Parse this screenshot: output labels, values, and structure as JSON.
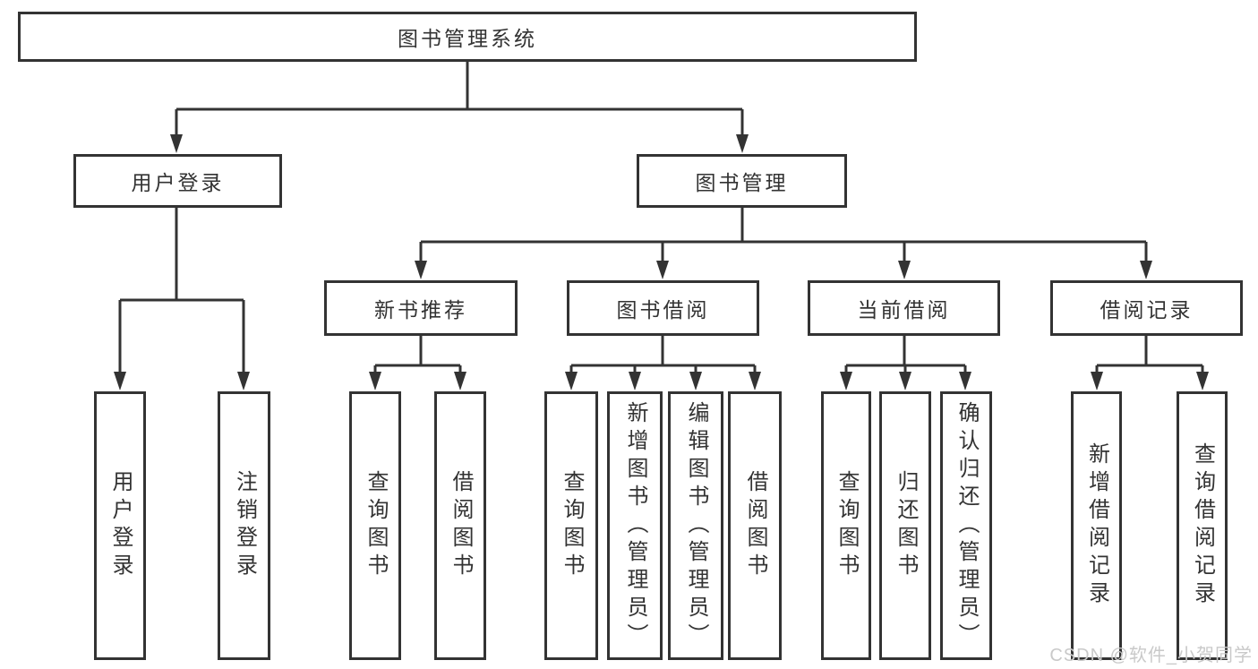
{
  "diagram": {
    "type": "hierarchy-tree",
    "title": "图书管理系统",
    "colors": {
      "background": "#ffffff",
      "box_fill": "#ffffff",
      "box_border": "#333333",
      "line": "#333333",
      "text": "#333333",
      "watermark_text": "#c9c9c9"
    },
    "nodes": {
      "root": "图书管理系统",
      "user_login": "用户登录",
      "book_mgmt": "图书管理",
      "new_book_rec": "新书推荐",
      "book_borrow": "图书借阅",
      "current_borrow": "当前借阅",
      "borrow_records": "借阅记录",
      "leaf_user_login": "用户登录",
      "leaf_logout": "注销登录",
      "leaf_query_book_1": "查询图书",
      "leaf_borrow_book_1": "借阅图书",
      "leaf_query_book_2": "查询图书",
      "leaf_add_book": "新增图书（管理员）",
      "leaf_edit_book": "编辑图书（管理员）",
      "leaf_borrow_book_2": "借阅图书",
      "leaf_query_book_3": "查询图书",
      "leaf_return_book": "归还图书",
      "leaf_confirm_return": "确认归还（管理员）",
      "leaf_add_borrow_record": "新增借阅记录",
      "leaf_query_borrow_record": "查询借阅记录"
    },
    "hierarchy": [
      {
        "parent": "图书管理系统",
        "children": [
          "用户登录",
          "图书管理"
        ]
      },
      {
        "parent": "用户登录",
        "children": [
          "用户登录",
          "注销登录"
        ]
      },
      {
        "parent": "图书管理",
        "children": [
          "新书推荐",
          "图书借阅",
          "当前借阅",
          "借阅记录"
        ]
      },
      {
        "parent": "新书推荐",
        "children": [
          "查询图书",
          "借阅图书"
        ]
      },
      {
        "parent": "图书借阅",
        "children": [
          "查询图书",
          "新增图书（管理员）",
          "编辑图书（管理员）",
          "借阅图书"
        ]
      },
      {
        "parent": "当前借阅",
        "children": [
          "查询图书",
          "归还图书",
          "确认归还（管理员）"
        ]
      },
      {
        "parent": "借阅记录",
        "children": [
          "新增借阅记录",
          "查询借阅记录"
        ]
      }
    ],
    "watermark": "CSDN @软件_小贺同学"
  }
}
